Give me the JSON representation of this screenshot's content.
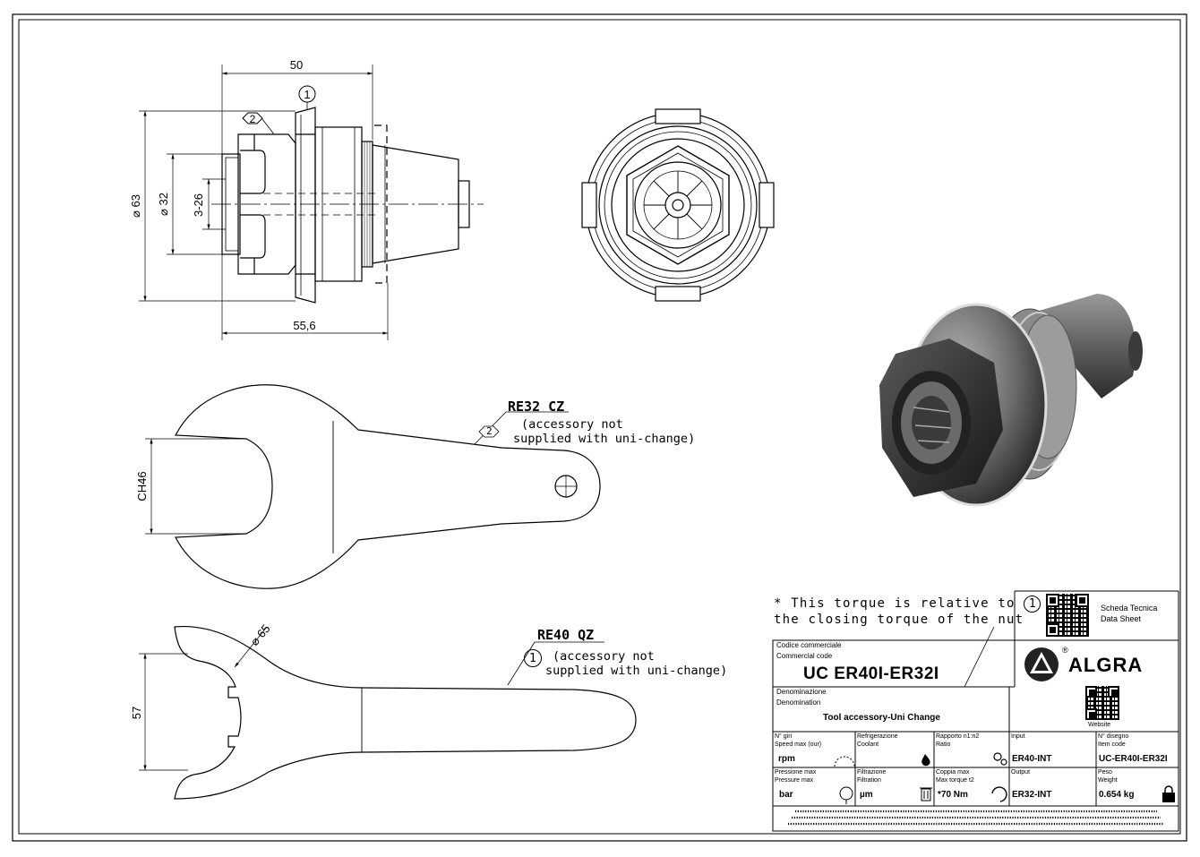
{
  "drawing": {
    "dimensions": {
      "total_length": "50",
      "body_length": "55,6",
      "diameter_outer": "⌀ 63",
      "diameter_nut": "⌀ 32",
      "collet_range": "3-26",
      "wrench1_width": "CH46",
      "wrench2_diameter": "⌀ 65",
      "wrench2_height": "57"
    },
    "balloons": {
      "one": "1",
      "two": "2"
    },
    "callouts": {
      "wrench1": {
        "title": "RE32 CZ",
        "balloon": "2",
        "line1": "(accessory not",
        "line2": "supplied with uni-change)"
      },
      "wrench2": {
        "title": "RE40 QZ",
        "balloon": "1",
        "line1": "(accessory not",
        "line2": "supplied with uni-change)"
      }
    },
    "note": {
      "line1": "* This torque is relative to",
      "balloon": "1",
      "line2": "the closing torque of the nut"
    }
  },
  "title_block": {
    "datasheet_label_it": "Scheda Tecnica",
    "datasheet_label_en": "Data Sheet",
    "website_label": "Website",
    "brand": "ALGRA",
    "brand_mark": "®",
    "code_label_it": "Codice commerciale",
    "code_label_en": "Commercial code",
    "code_value": "UC ER40I-ER32I",
    "name_label_it": "Denominazione",
    "name_label_en": "Denomination",
    "name_value": "Tool accessory-Uni Change",
    "fields": {
      "speed_label_it": "N° giri",
      "speed_label_en": "Speed max (our)",
      "speed_value": "rpm",
      "coolant_label_it": "Refrigerazione",
      "coolant_label_en": "Coolant",
      "ratio_label_it": "Rapporto n1:n2",
      "ratio_label_en": "Ratio",
      "input_label_it": "Input",
      "input_value": "ER40-INT",
      "item_label_it": "N° disegno",
      "item_label_en": "Item code",
      "item_value": "UC-ER40I-ER32I",
      "pressure_label_it": "Pressione max",
      "pressure_label_en": "Pressure max",
      "pressure_value": "bar",
      "filtration_label_it": "Filtrazione",
      "filtration_label_en": "Filtration",
      "filtration_value": "µm",
      "torque_label_it": "Coppia max",
      "torque_label_en": "Max torque t2",
      "torque_value": "*70 Nm",
      "output_label_it": "Output",
      "output_value": "ER32-INT",
      "weight_label_it": "Peso",
      "weight_label_en": "Weight",
      "weight_value": "0.654 kg"
    }
  }
}
